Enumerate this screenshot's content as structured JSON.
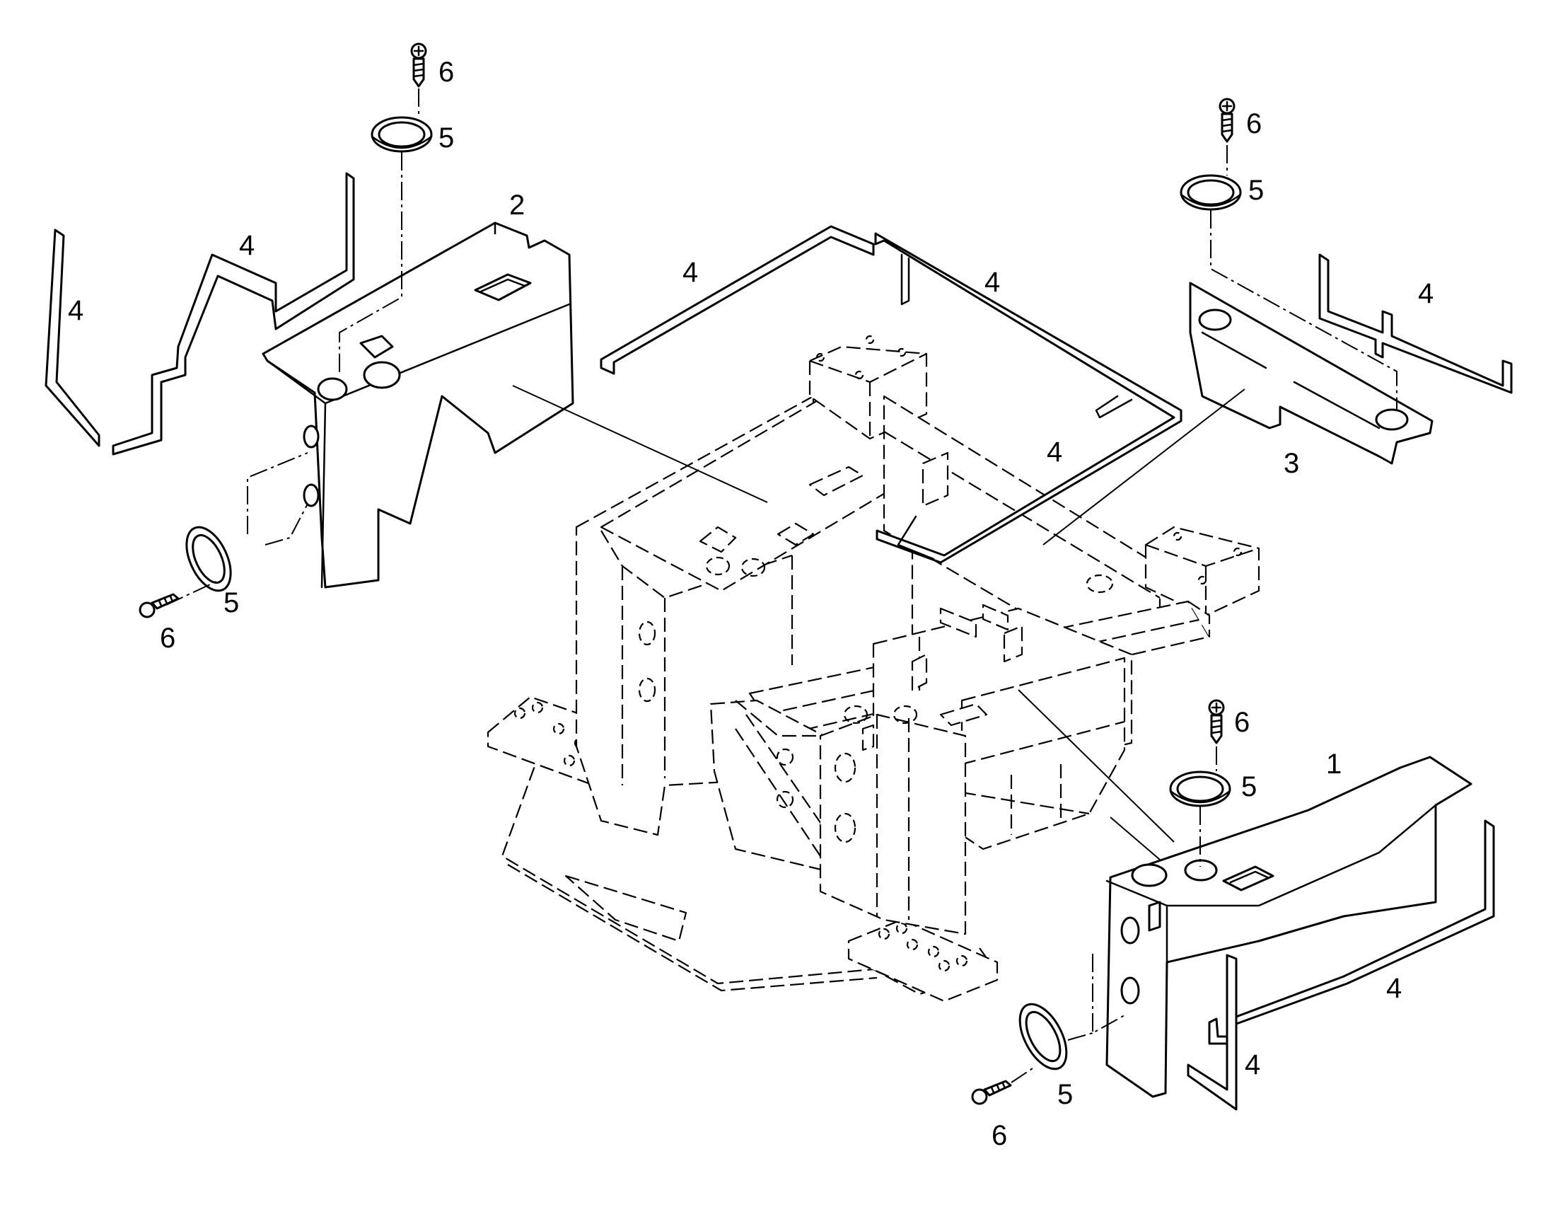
{
  "diagram": {
    "type": "exploded parts diagram",
    "callouts": {
      "part_1": "1",
      "part_2": "2",
      "part_3": "3",
      "part_4": "4",
      "part_5": "5",
      "part_6": "6"
    },
    "colors": {
      "line": "#000000",
      "background": "#ffffff"
    }
  }
}
